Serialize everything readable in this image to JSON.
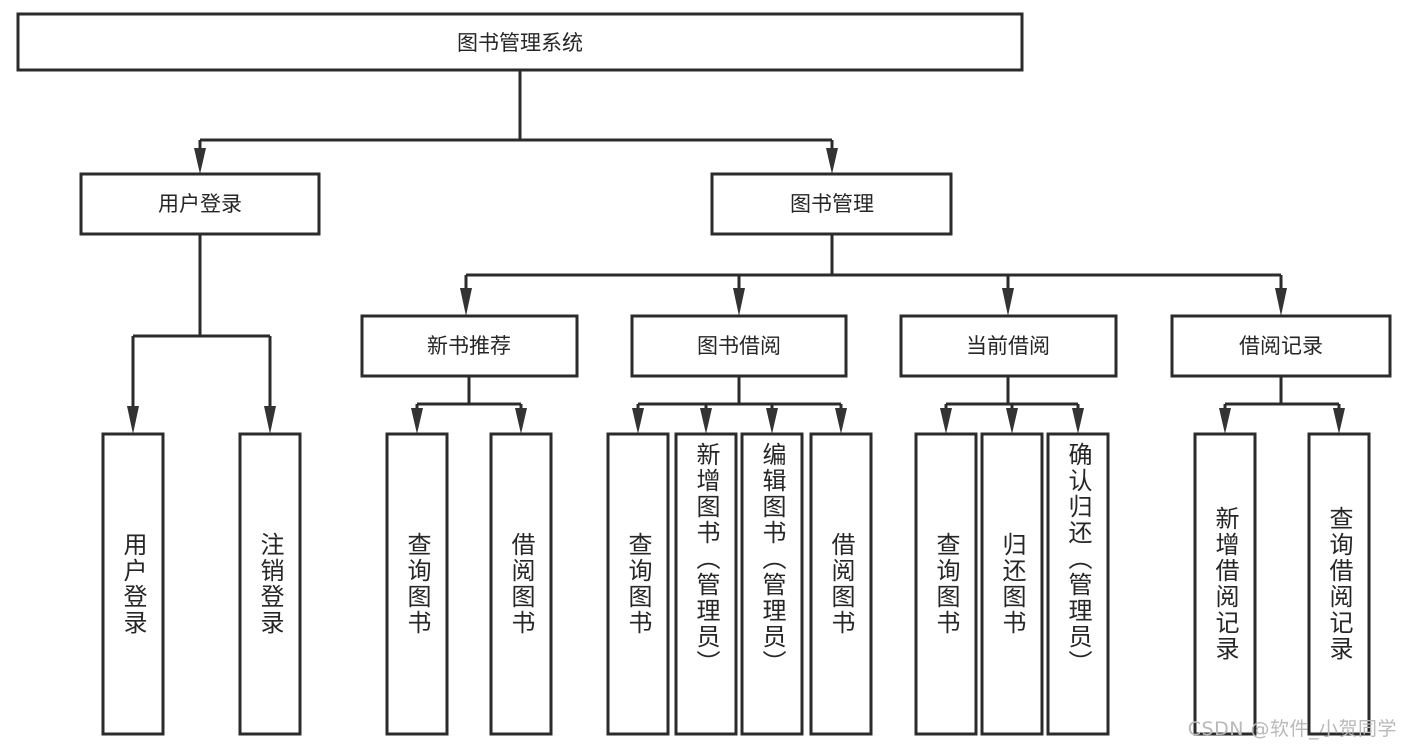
{
  "diagram": {
    "type": "tree",
    "title": "图书管理系统",
    "watermark": "CSDN @软件_小贺同学",
    "colors": {
      "box_stroke": "#2b2b2b",
      "box_fill": "#ffffff",
      "connector": "#2b2b2b",
      "arrow": "#333333",
      "text": "#262626",
      "watermark": "#b9b9b9"
    },
    "root": {
      "id": "root",
      "label": "图书管理系统",
      "orientation": "horizontal"
    },
    "level1": [
      {
        "id": "user-login",
        "label": "用户登录",
        "orientation": "horizontal"
      },
      {
        "id": "book-manage",
        "label": "图书管理",
        "orientation": "horizontal"
      }
    ],
    "level2": [
      {
        "id": "new-book-recommend",
        "label": "新书推荐",
        "orientation": "horizontal",
        "parent": "book-manage"
      },
      {
        "id": "book-borrow",
        "label": "图书借阅",
        "orientation": "horizontal",
        "parent": "book-manage"
      },
      {
        "id": "current-borrow",
        "label": "当前借阅",
        "orientation": "horizontal",
        "parent": "book-manage"
      },
      {
        "id": "borrow-record",
        "label": "借阅记录",
        "orientation": "horizontal",
        "parent": "book-manage"
      }
    ],
    "leaves": {
      "user_login": [
        {
          "id": "leaf-user-login",
          "label": "用户登录",
          "orientation": "vertical"
        },
        {
          "id": "leaf-logout-login",
          "label": "注销登录",
          "orientation": "vertical"
        }
      ],
      "new_book_recommend": [
        {
          "id": "leaf-query-book-1",
          "label": "查询图书",
          "orientation": "vertical"
        },
        {
          "id": "leaf-borrow-book-1",
          "label": "借阅图书",
          "orientation": "vertical"
        }
      ],
      "book_borrow": [
        {
          "id": "leaf-query-book-2",
          "label": "查询图书",
          "orientation": "vertical"
        },
        {
          "id": "leaf-add-book",
          "label": "新增图书（管理员）",
          "orientation": "vertical"
        },
        {
          "id": "leaf-edit-book",
          "label": "编辑图书（管理员）",
          "orientation": "vertical"
        },
        {
          "id": "leaf-borrow-book-2",
          "label": "借阅图书",
          "orientation": "vertical"
        }
      ],
      "current_borrow": [
        {
          "id": "leaf-query-book-3",
          "label": "查询图书",
          "orientation": "vertical"
        },
        {
          "id": "leaf-return-book",
          "label": "归还图书",
          "orientation": "vertical"
        },
        {
          "id": "leaf-confirm-return",
          "label": "确认归还（管理员）",
          "orientation": "vertical"
        }
      ],
      "borrow_record": [
        {
          "id": "leaf-add-borrow-record",
          "label": "新增借阅记录",
          "orientation": "vertical"
        },
        {
          "id": "leaf-query-borrow-record",
          "label": "查询借阅记录",
          "orientation": "vertical"
        }
      ]
    }
  }
}
